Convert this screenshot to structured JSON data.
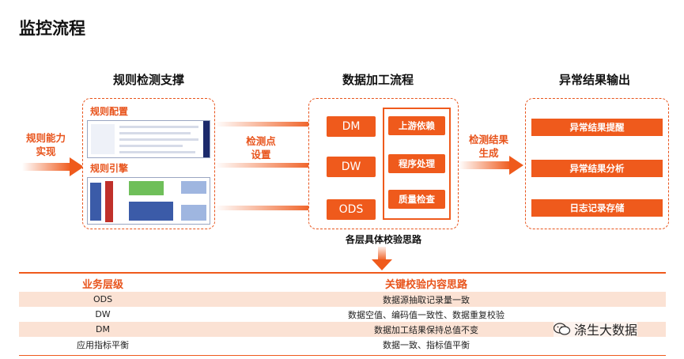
{
  "page": {
    "title": "监控流程"
  },
  "rule_support": {
    "title": "规则检测支撑",
    "rule_config_label": "规则配置",
    "rule_engine_label": "规则引擎",
    "left_label": [
      "规则能力",
      "实现"
    ]
  },
  "data_flow": {
    "title": "数据加工流程",
    "checkpoint_label": [
      "检测点",
      "设置"
    ],
    "layers": [
      "DM",
      "DW",
      "ODS"
    ],
    "process_steps": [
      "上游依赖",
      "程序处理",
      "质量检查"
    ],
    "bottom_caption": "各层具体校验思路"
  },
  "anomaly_output": {
    "title": "异常结果输出",
    "result_label": [
      "检测结果",
      "生成"
    ],
    "items": [
      "异常结果提醒",
      "异常结果分析",
      "日志记录存储"
    ]
  },
  "table": {
    "headers": [
      "业务层级",
      "关键校验内容思路"
    ],
    "rows": [
      [
        "ODS",
        "数据源抽取记录量一致"
      ],
      [
        "DW",
        "数据空值、编码值一致性、数据重复校验"
      ],
      [
        "DM",
        "数据加工结果保持总值不变"
      ],
      [
        "应用指标平衡",
        "数据一致、指标值平衡"
      ]
    ]
  },
  "watermark": {
    "text": "涤生大数据"
  },
  "colors": {
    "accent": "#ef5a1c",
    "row_tint": "#fbe2d4"
  }
}
